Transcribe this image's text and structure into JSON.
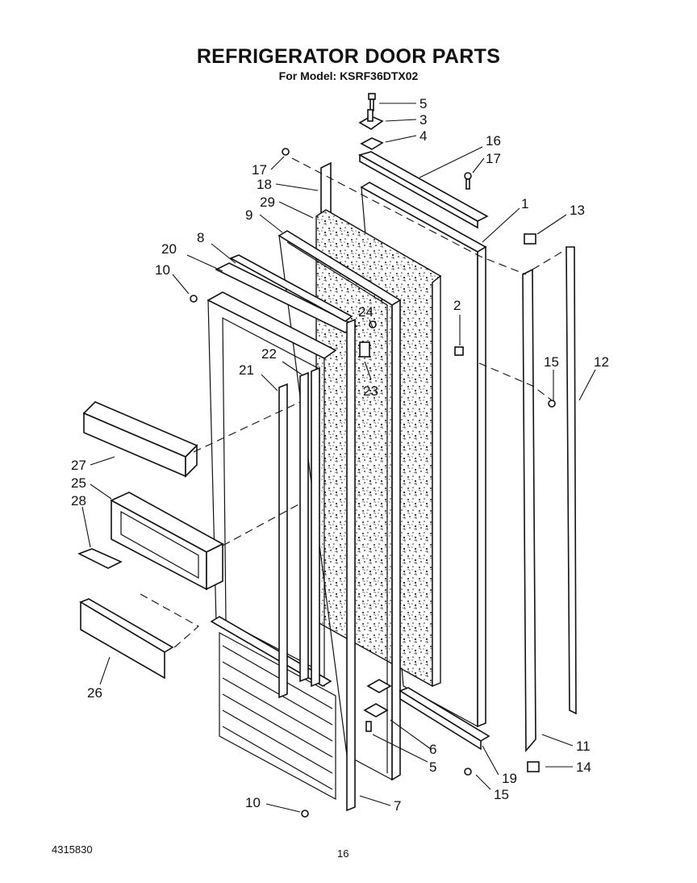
{
  "header": {
    "title": "REFRIGERATOR DOOR PARTS",
    "subtitle": "For Model: KSRF36DTX02"
  },
  "footer": {
    "doc_number": "4315830",
    "page_number": "16"
  },
  "callouts": {
    "c1": "1",
    "c2": "2",
    "c3": "3",
    "c4": "4",
    "c5a": "5",
    "c5b": "5",
    "c6": "6",
    "c7": "7",
    "c8": "8",
    "c9": "9",
    "c10a": "10",
    "c10b": "10",
    "c11": "11",
    "c12": "12",
    "c13": "13",
    "c14": "14",
    "c15a": "15",
    "c15b": "15",
    "c16": "16",
    "c17a": "17",
    "c17b": "17",
    "c18": "18",
    "c19": "19",
    "c20": "20",
    "c21": "21",
    "c22": "22",
    "c23": "23",
    "c24": "24",
    "c25": "25",
    "c26": "26",
    "c27": "27",
    "c28": "28",
    "c29": "29"
  }
}
